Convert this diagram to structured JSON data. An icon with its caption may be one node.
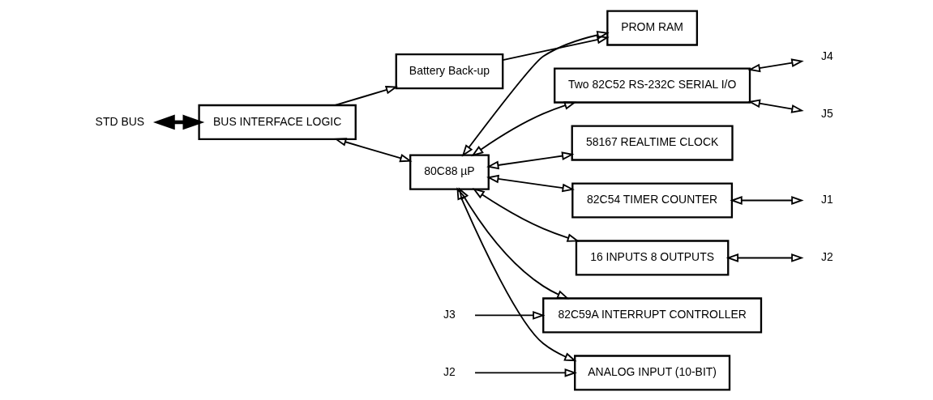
{
  "diagram": {
    "nodes": [
      {
        "text": [
          "STD BUS"
        ]
      },
      {
        "text": [
          "Battery Back-up"
        ]
      },
      {
        "text": [
          "BUS INTERFACE LOGIC"
        ]
      },
      {
        "text": [
          "80C88 µP"
        ]
      },
      {
        "text": [
          "PROM RAM"
        ]
      },
      {
        "text": [
          "58167 REALTIME CLOCK"
        ]
      },
      {
        "text": [
          "82C54 TIMER COUNTER"
        ]
      },
      {
        "text": [
          "16 INPUTS 8 OUTPUTS"
        ]
      },
      {
        "text": [
          "82C59A INTERRUPT CONTROLLER"
        ]
      },
      {
        "text": [
          "ANALOG INPUT (10-BIT)"
        ]
      },
      {
        "text": [
          "Two 82C52 RS-232C SERIAL I/O"
        ]
      },
      {
        "text": [
          "J1"
        ]
      },
      {
        "text": [
          "J2"
        ]
      },
      {
        "text": [
          "J3"
        ]
      },
      {
        "text": [
          "J2"
        ]
      },
      {
        "text": [
          "J4"
        ]
      },
      {
        "text": [
          "J5"
        ]
      }
    ],
    "edges": [
      {
        "from": 0,
        "to": 2,
        "arrow": "both",
        "style": "thick"
      },
      {
        "from": 2,
        "to": 1,
        "arrow": "to"
      },
      {
        "from": 2,
        "to": 3,
        "arrow": "both"
      },
      {
        "from": 1,
        "to": 4,
        "arrow": "to"
      },
      {
        "from": 3,
        "to": 4,
        "arrow": "both"
      },
      {
        "from": 3,
        "to": 5,
        "arrow": "both"
      },
      {
        "from": 3,
        "to": 6,
        "arrow": "both"
      },
      {
        "from": 3,
        "to": 7,
        "arrow": "both"
      },
      {
        "from": 3,
        "to": 8,
        "arrow": "both"
      },
      {
        "from": 3,
        "to": 9,
        "arrow": "both"
      },
      {
        "from": 3,
        "to": 10,
        "arrow": "both"
      },
      {
        "from": 6,
        "to": 11,
        "arrow": "both"
      },
      {
        "from": 7,
        "to": 12,
        "arrow": "both"
      },
      {
        "from": 13,
        "to": 8,
        "arrow": "to"
      },
      {
        "from": 14,
        "to": 9,
        "arrow": "to"
      },
      {
        "from": 10,
        "to": 15,
        "arrow": "both"
      },
      {
        "from": 10,
        "to": 16,
        "arrow": "both"
      }
    ]
  }
}
